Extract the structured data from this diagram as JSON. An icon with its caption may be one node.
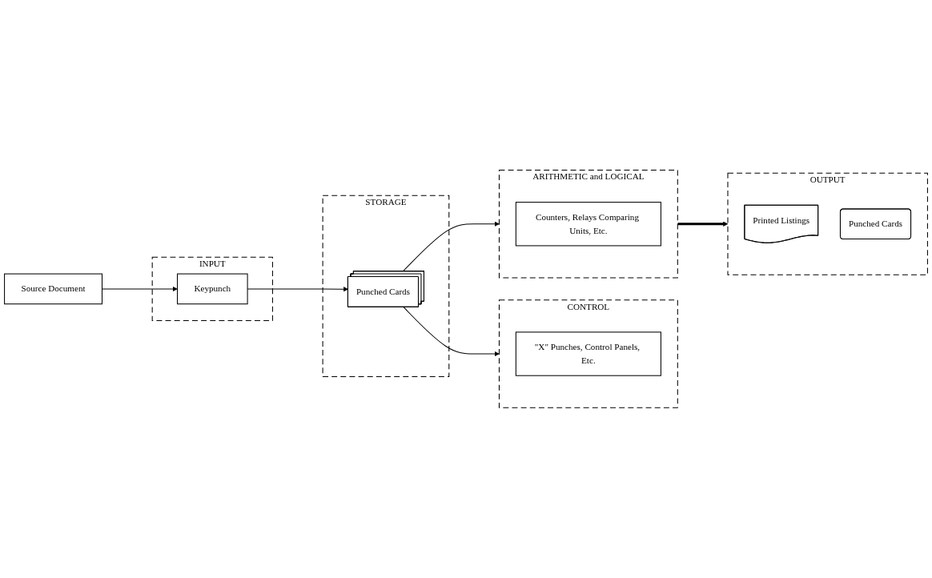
{
  "diagram": {
    "nodes": [
      {
        "text": [
          "Source Document"
        ]
      },
      {
        "text": [
          "INPUT"
        ]
      },
      {
        "text": [
          "Keypunch"
        ],
        "in": 1
      },
      {
        "text": [
          "STORAGE"
        ]
      },
      {
        "text": [
          "Punched Cards"
        ],
        "in": 3
      },
      {
        "text": [
          "OUTPUT"
        ]
      },
      {
        "text": [
          "Printed Listings"
        ],
        "in": 5
      },
      {
        "text": [
          "Punched Cards"
        ],
        "in": 5
      },
      {
        "text": [
          "CONTROL"
        ]
      },
      {
        "text": [
          "\"X\" Punches, Control Panels, Etc."
        ],
        "in": 8
      },
      {
        "text": [
          "ARITHMETIC and LOGICAL"
        ]
      },
      {
        "text": [
          "Counters, Relays Comparing Units, Etc."
        ],
        "in": 10
      }
    ],
    "edges": [
      {
        "from": 0,
        "to": 2,
        "arrow": "to"
      },
      {
        "from": 2,
        "to": 4,
        "arrow": "to"
      },
      {
        "from": 4,
        "to": 8,
        "arrow": "to"
      },
      {
        "from": 4,
        "to": 10,
        "arrow": "to"
      },
      {
        "from": 10,
        "to": 5,
        "arrow": "to",
        "style": "thick"
      }
    ]
  }
}
